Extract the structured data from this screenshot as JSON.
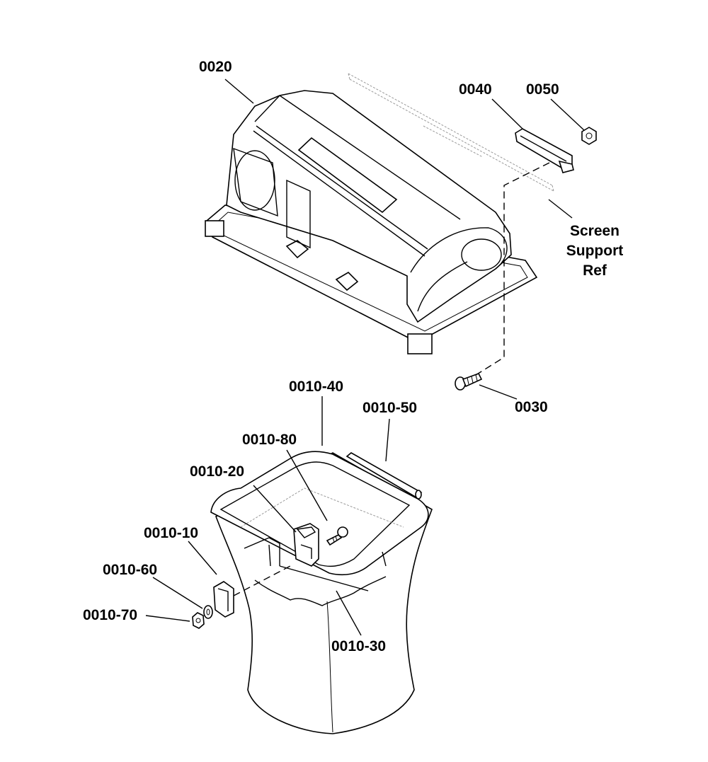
{
  "labels": {
    "part_0020": "0020",
    "part_0040": "0040",
    "part_0050": "0050",
    "screen_line1": "Screen",
    "screen_line2": "Support",
    "screen_line3": "Ref",
    "part_0030": "0030",
    "part_0010_40": "0010-40",
    "part_0010_50": "0010-50",
    "part_0010_80": "0010-80",
    "part_0010_20": "0010-20",
    "part_0010_10": "0010-10",
    "part_0010_60": "0010-60",
    "part_0010_70": "0010-70",
    "part_0010_30": "0010-30"
  }
}
